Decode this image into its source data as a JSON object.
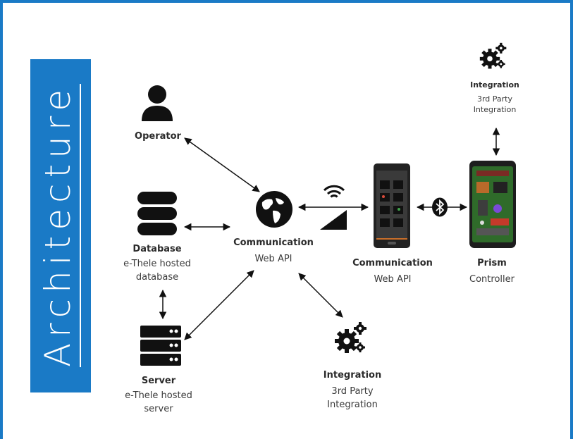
{
  "title": "Architecture",
  "colors": {
    "accent": "#1a7ac6",
    "icon": "#111111",
    "text": "#333333"
  },
  "nodes": {
    "operator": {
      "title": "Operator",
      "icon": "person-icon"
    },
    "database": {
      "title": "Database",
      "line1": "e-Thele hosted",
      "line2": "database",
      "icon": "database-icon"
    },
    "server": {
      "title": "Server",
      "line1": "e-Thele hosted",
      "line2": "server",
      "icon": "server-icon"
    },
    "communication_web": {
      "title": "Communication",
      "subtitle": "Web API",
      "icon": "globe-icon"
    },
    "communication_phone": {
      "title": "Communication",
      "subtitle": "Web API",
      "icon": "phone-icon"
    },
    "prism": {
      "title": "Prism",
      "subtitle": "Controller",
      "icon": "circuit-board-icon"
    },
    "integration_bottom": {
      "title": "Integration",
      "line1": "3rd Party",
      "line2": "Integration",
      "icon": "gears-icon"
    },
    "integration_top": {
      "title": "Integration",
      "line1": "3rd Party",
      "line2": "Integration",
      "icon": "gears-icon"
    }
  },
  "connectors": {
    "wireless": "wifi-icon",
    "bluetooth": "bluetooth-icon"
  }
}
